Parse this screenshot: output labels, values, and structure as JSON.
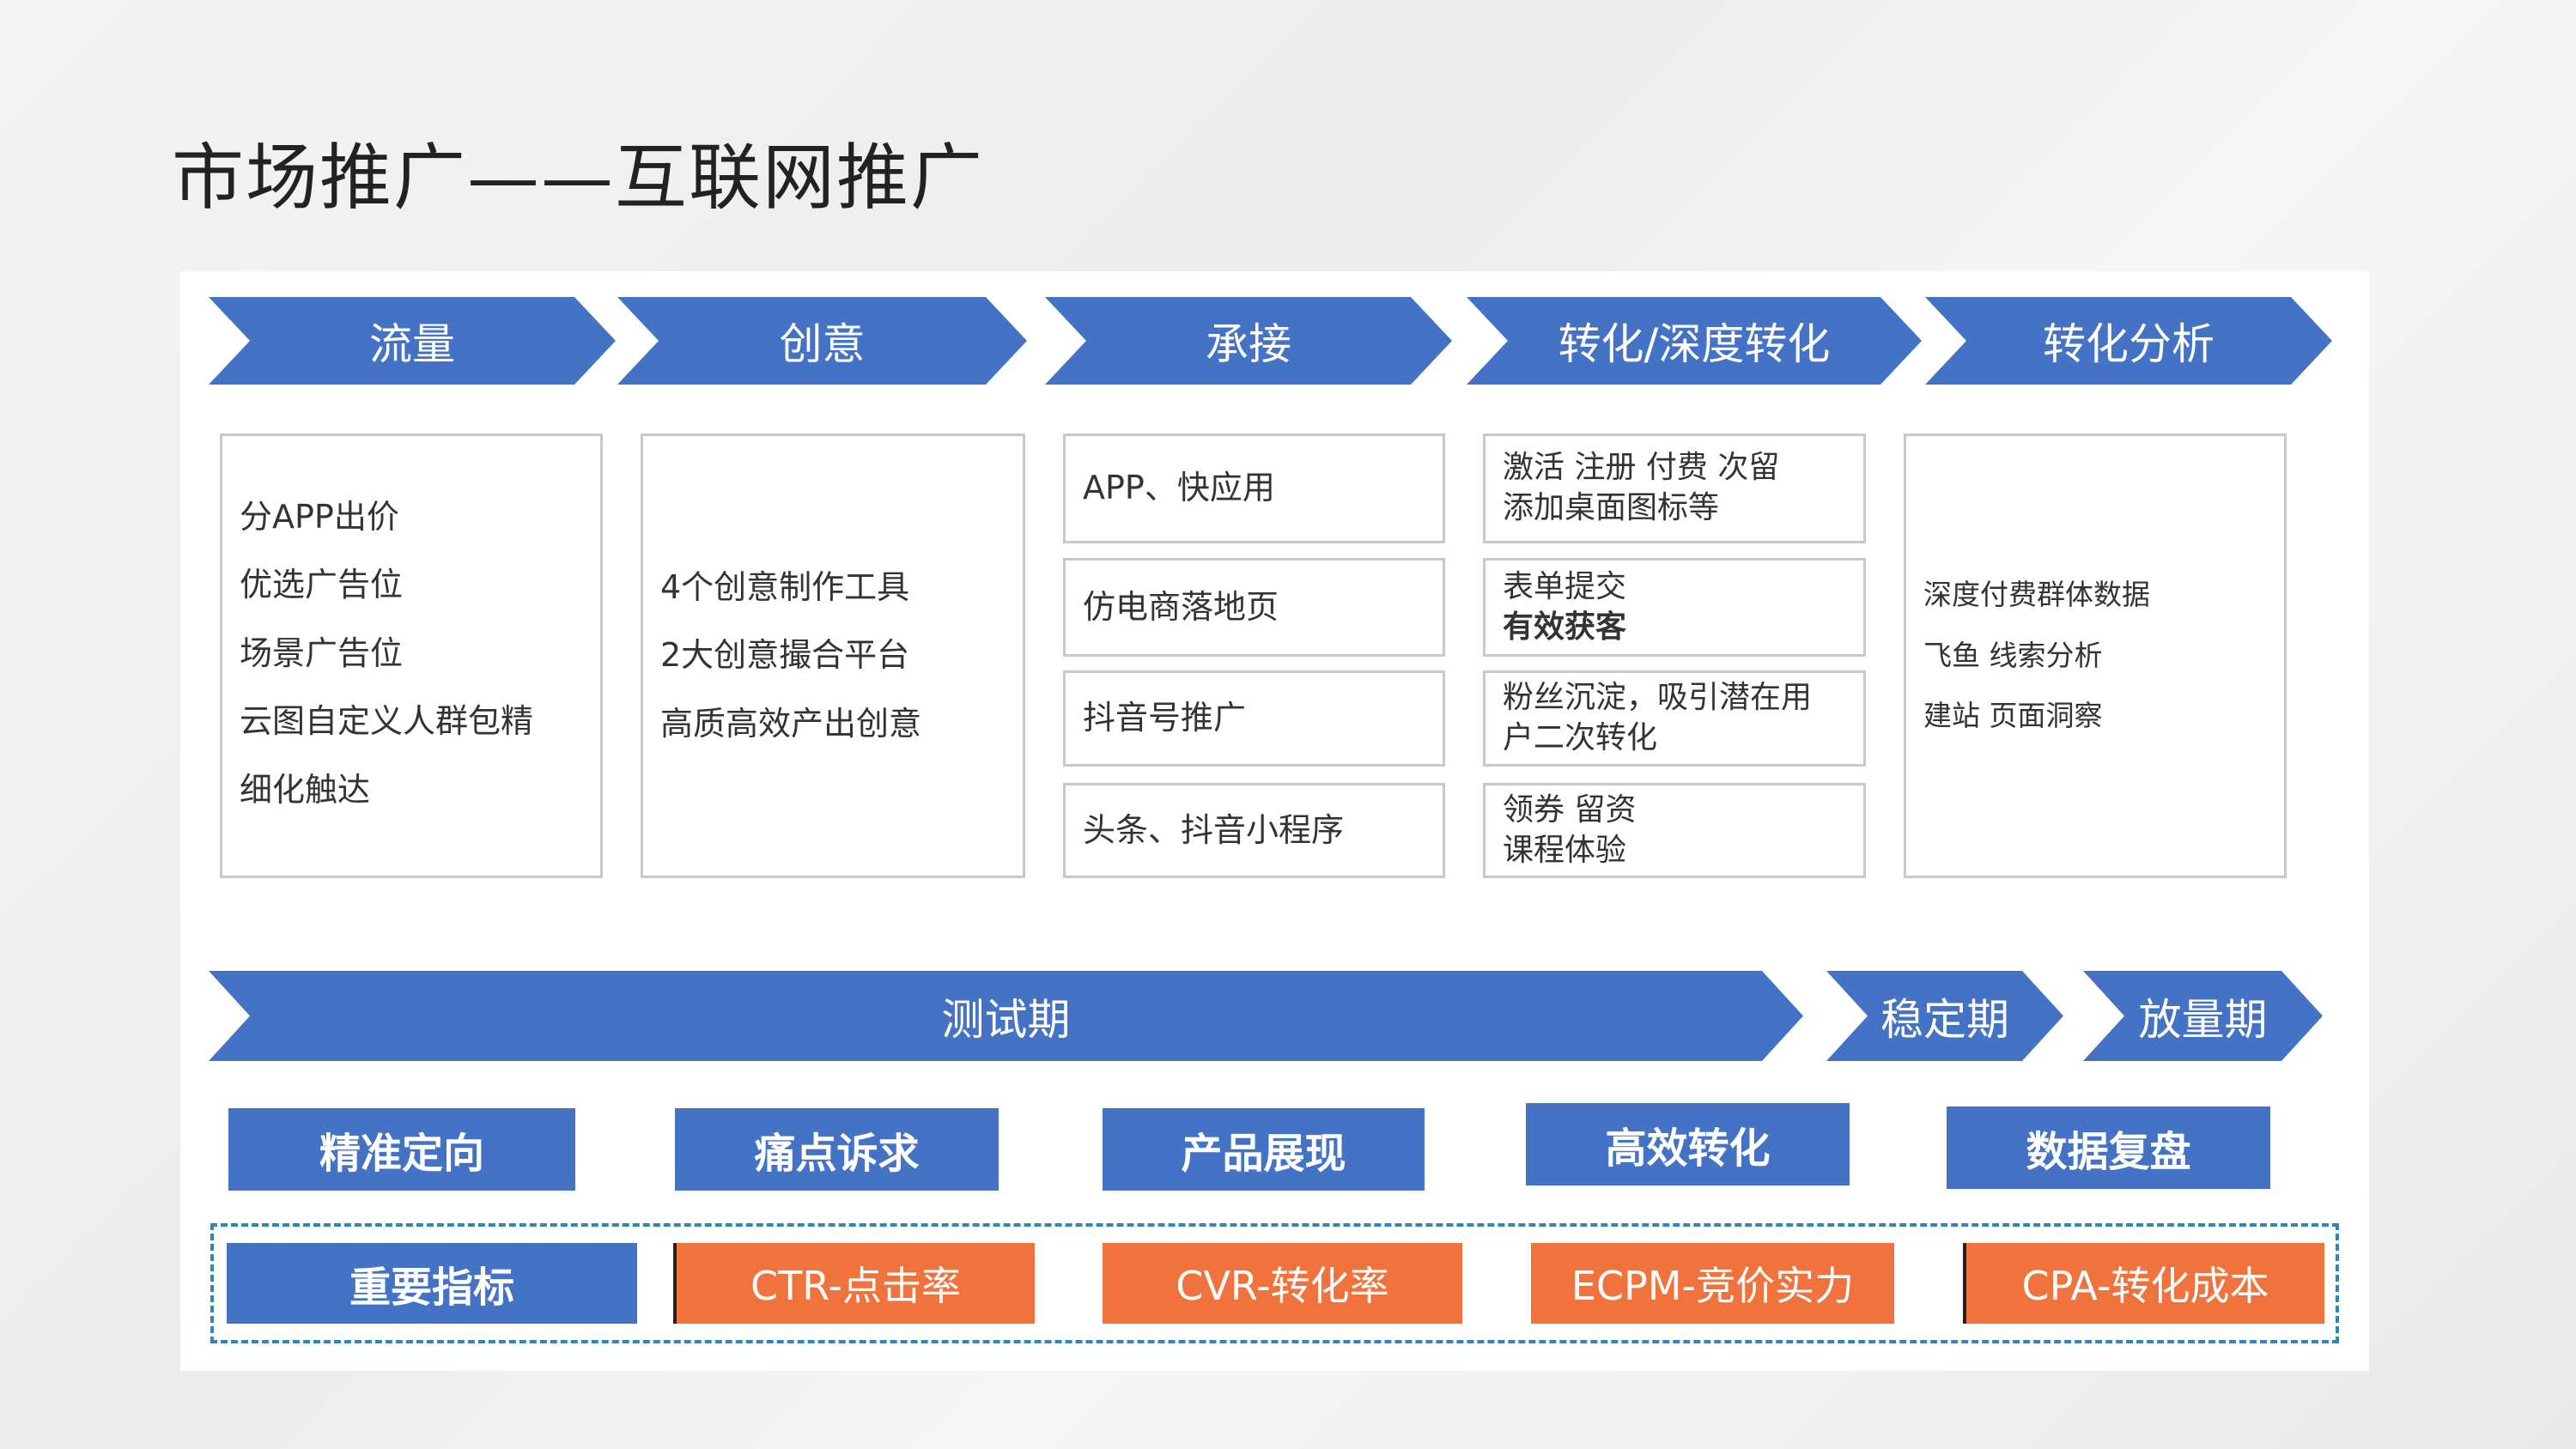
{
  "title": "市场推广——互联网推广",
  "stages": [
    "流量",
    "创意",
    "承接",
    "转化/深度转化",
    "转化分析"
  ],
  "traffic": [
    "分APP出价",
    "优选广告位",
    "场景广告位",
    "云图自定义人群包精",
    "细化触达"
  ],
  "creative": [
    "4个创意制作工具",
    "2大创意撮合平台",
    "高质高效产出创意"
  ],
  "landing": [
    "APP、快应用",
    "仿电商落地页",
    "抖音号推广",
    "头条、抖音小程序"
  ],
  "conversion": [
    {
      "l1": "激活 注册 付费 次留",
      "l2": "添加桌面图标等"
    },
    {
      "l1": "表单提交",
      "l2": "有效获客"
    },
    {
      "l1": "粉丝沉淀，吸引潜在用",
      "l2": "户二次转化"
    },
    {
      "l1": "领券 留资",
      "l2": "课程体验"
    }
  ],
  "analysis": [
    "深度付费群体数据",
    "飞鱼 线索分析",
    "建站 页面洞察"
  ],
  "phases": [
    "测试期",
    "稳定期",
    "放量期"
  ],
  "actions": [
    "精准定向",
    "痛点诉求",
    "产品展现",
    "高效转化",
    "数据复盘"
  ],
  "metrics": {
    "label": "重要指标",
    "items": [
      "CTR-点击率",
      "CVR-转化率",
      "ECPM-竞价实力",
      "CPA-转化成本"
    ]
  },
  "colors": {
    "blue": "#4472c4",
    "orange": "#f0723c"
  }
}
